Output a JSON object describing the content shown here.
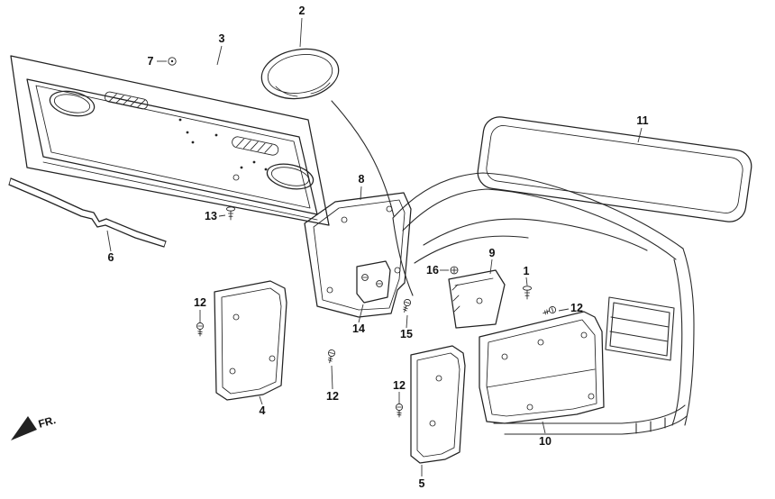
{
  "diagram": {
    "type": "exploded-parts-diagram",
    "labels": {
      "p1": "1",
      "p2": "2",
      "p3": "3",
      "p4": "4",
      "p5": "5",
      "p6": "6",
      "p7": "7",
      "p8": "8",
      "p9": "9",
      "p10": "10",
      "p11": "11",
      "p12": "12",
      "p13": "13",
      "p14": "14",
      "p15": "15",
      "p16": "16"
    },
    "fr_label": "FR."
  }
}
